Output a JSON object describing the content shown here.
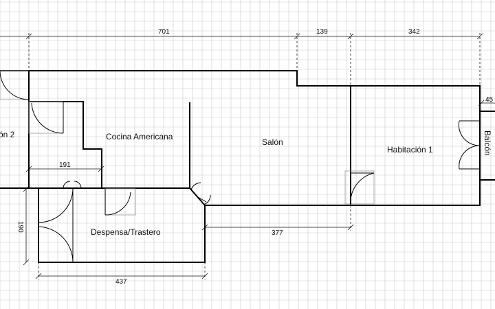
{
  "colors": {
    "grid": "#c9c9c9",
    "wall": "#000000",
    "background": "#ffffff"
  },
  "rooms": {
    "room2": "ón 2",
    "kitchen": "Cocina Americana",
    "living": "Salón",
    "bedroom": "Habitación 1",
    "balcony": "Balcón",
    "storage": "Despensa/Trastero"
  },
  "dimensions": {
    "top_left": "701",
    "top_middle": "139",
    "top_right": "342",
    "right_small": "45",
    "kitchen_width": "191",
    "storage_height": "190",
    "bottom_storage": "437",
    "bottom_living": "377"
  }
}
